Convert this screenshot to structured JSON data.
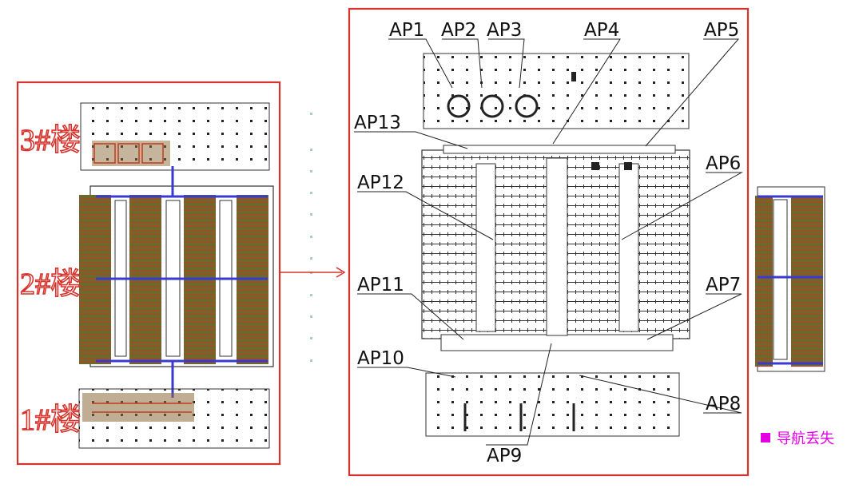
{
  "buildings": [
    {
      "id": "b3",
      "label": "3#楼"
    },
    {
      "id": "b2",
      "label": "2#楼"
    },
    {
      "id": "b1",
      "label": "1#楼"
    }
  ],
  "access_points": [
    {
      "id": "ap1",
      "label": "AP1"
    },
    {
      "id": "ap2",
      "label": "AP2"
    },
    {
      "id": "ap3",
      "label": "AP3"
    },
    {
      "id": "ap4",
      "label": "AP4"
    },
    {
      "id": "ap5",
      "label": "AP5"
    },
    {
      "id": "ap6",
      "label": "AP6"
    },
    {
      "id": "ap7",
      "label": "AP7"
    },
    {
      "id": "ap8",
      "label": "AP8"
    },
    {
      "id": "ap9",
      "label": "AP9"
    },
    {
      "id": "ap10",
      "label": "AP10"
    },
    {
      "id": "ap11",
      "label": "AP11"
    },
    {
      "id": "ap12",
      "label": "AP12"
    },
    {
      "id": "ap13",
      "label": "AP13"
    }
  ],
  "legend": {
    "label": "导航丢失",
    "color": "#e400e4"
  },
  "colors": {
    "frame": "#d7332c",
    "rack": "#6b6a2c",
    "route": "#3a3ad0",
    "lost": "#e400e4"
  }
}
